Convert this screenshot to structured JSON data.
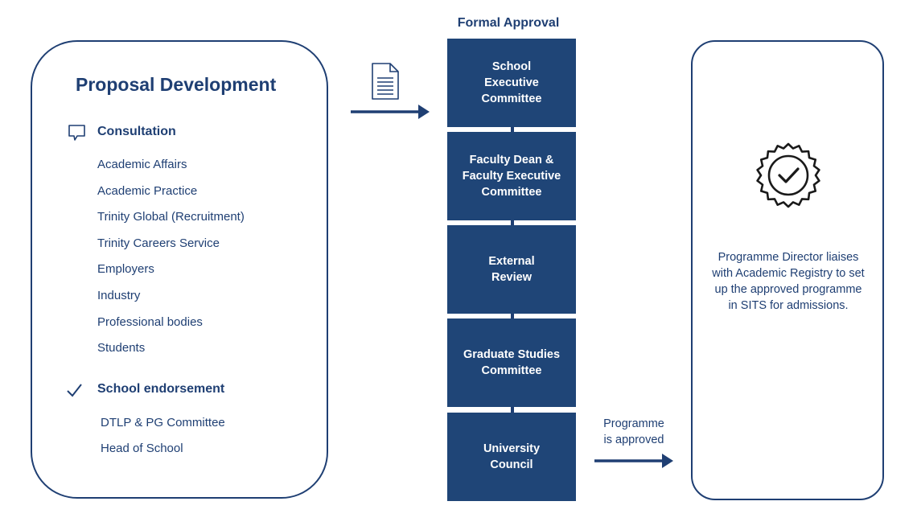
{
  "proposal": {
    "title": "Proposal Development",
    "consultation": {
      "heading": "Consultation",
      "items": [
        "Academic Affairs",
        "Academic Practice",
        "Trinity Global (Recruitment)",
        "Trinity Careers Service",
        "Employers",
        "Industry",
        "Professional bodies",
        "Students"
      ]
    },
    "endorsement": {
      "heading": "School endorsement",
      "items": [
        "DTLP & PG Committee",
        "Head of School"
      ]
    }
  },
  "approval": {
    "title": "Formal Approval",
    "stages": [
      [
        "School",
        "Executive",
        "Committee"
      ],
      [
        "Faculty Dean &",
        "Faculty Executive",
        "Committee"
      ],
      [
        "External",
        "Review"
      ],
      [
        "Graduate Studies",
        "Committee"
      ],
      [
        "University",
        "Council"
      ]
    ],
    "approved_label": [
      "Programme",
      "is approved"
    ]
  },
  "outcome": {
    "text": [
      "Programme Director liaises",
      "with Academic Registry to set",
      "up the approved programme",
      "in SITS for admissions."
    ]
  },
  "icons": {
    "consultation": "speech-bubble-icon",
    "endorsement": "checkmark-icon",
    "document": "document-icon",
    "seal": "approval-seal-icon"
  },
  "colors": {
    "primary": "#1f3f73",
    "stage_fill": "#1f4577",
    "stage_text": "#ffffff"
  }
}
